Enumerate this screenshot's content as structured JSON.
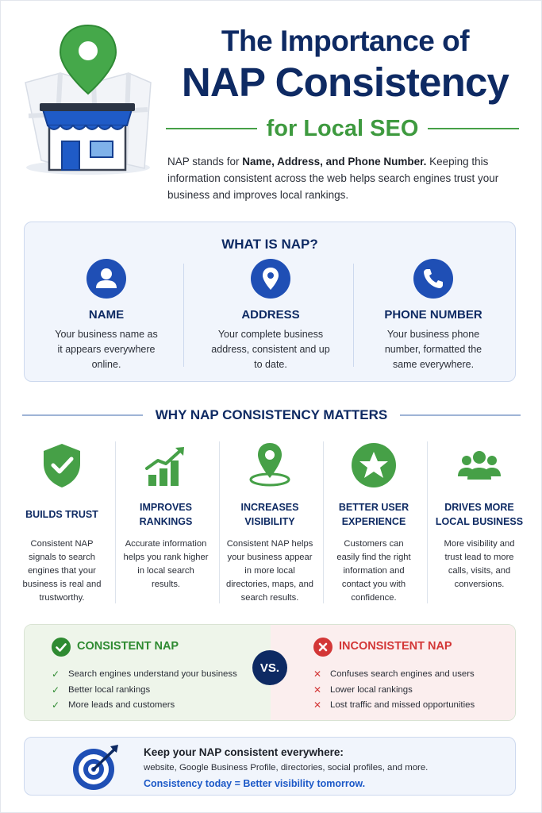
{
  "header": {
    "title_line1": "The Importance of",
    "title_line2": "NAP Consistency",
    "subtitle": "for Local SEO",
    "intro_prefix": "NAP stands for ",
    "intro_bold": "Name, Address, and Phone Number.",
    "intro_rest": "Keeping this information consistent across the web helps search engines trust your business and improves local rankings."
  },
  "what_is_nap": {
    "title": "WHAT IS NAP?",
    "items": [
      {
        "icon": "person-icon",
        "label": "NAME",
        "desc": "Your business name as it appears everywhere online."
      },
      {
        "icon": "location-pin-icon",
        "label": "ADDRESS",
        "desc": "Your complete business address, consistent and up to date."
      },
      {
        "icon": "phone-icon",
        "label": "PHONE NUMBER",
        "desc": "Your business phone number, formatted the same everywhere."
      }
    ]
  },
  "why": {
    "title": "WHY NAP CONSISTENCY MATTERS",
    "items": [
      {
        "icon": "shield-check-icon",
        "label": "BUILDS TRUST",
        "desc": "Consistent NAP signals to search engines that your business is real and trustworthy."
      },
      {
        "icon": "growth-chart-icon",
        "label": "IMPROVES RANKINGS",
        "desc": "Accurate information helps you rank higher in local search results."
      },
      {
        "icon": "map-pin-icon",
        "label": "INCREASES VISIBILITY",
        "desc": "Consistent NAP helps your business appear in more local directories, maps, and search results."
      },
      {
        "icon": "star-icon",
        "label": "BETTER USER EXPERIENCE",
        "desc": "Customers can easily find the right information and contact you with confidence."
      },
      {
        "icon": "people-icon",
        "label": "DRIVES MORE LOCAL BUSINESS",
        "desc": "More visibility and trust lead to more calls, visits, and conversions."
      }
    ]
  },
  "compare": {
    "vs": "VS.",
    "good": {
      "title": "CONSISTENT NAP",
      "items": [
        "Search engines understand your business",
        "Better local rankings",
        "More leads and customers"
      ]
    },
    "bad": {
      "title": "INCONSISTENT NAP",
      "items": [
        "Confuses search engines and users",
        "Lower local rankings",
        "Lost traffic and missed opportunities"
      ]
    }
  },
  "footer": {
    "line1": "Keep your NAP consistent everywhere:",
    "line2": "website, Google Business Profile, directories, social profiles, and more.",
    "line3": "Consistency today = Better visibility tomorrow."
  },
  "colors": {
    "navy": "#0e2a63",
    "blue": "#1b58c7",
    "green": "#3e9a3f",
    "red": "#d33737"
  }
}
